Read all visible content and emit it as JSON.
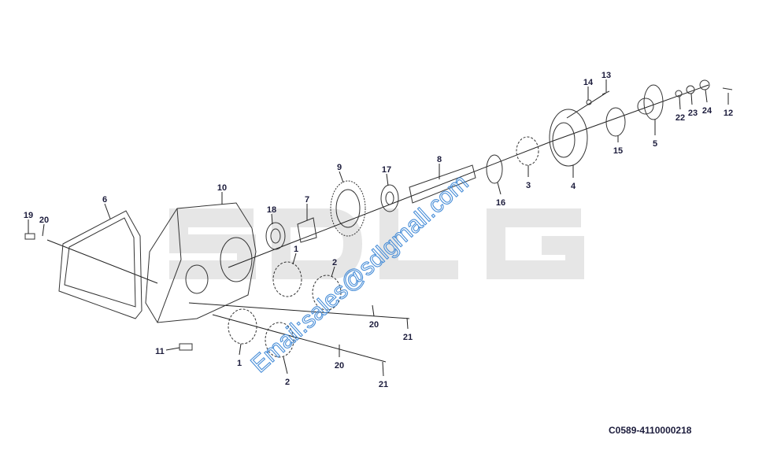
{
  "watermark": "SDLG",
  "email": "Email:sales@sdlgmall.com",
  "drawing_code": "C0589-4110000218",
  "callouts": [
    "14",
    "13",
    "22",
    "23",
    "24",
    "12",
    "5",
    "15",
    "4",
    "3",
    "16",
    "8",
    "17",
    "9",
    "7",
    "18",
    "10",
    "6",
    "19",
    "20",
    "1",
    "2",
    "20",
    "21",
    "1",
    "2",
    "20",
    "21",
    "11"
  ]
}
